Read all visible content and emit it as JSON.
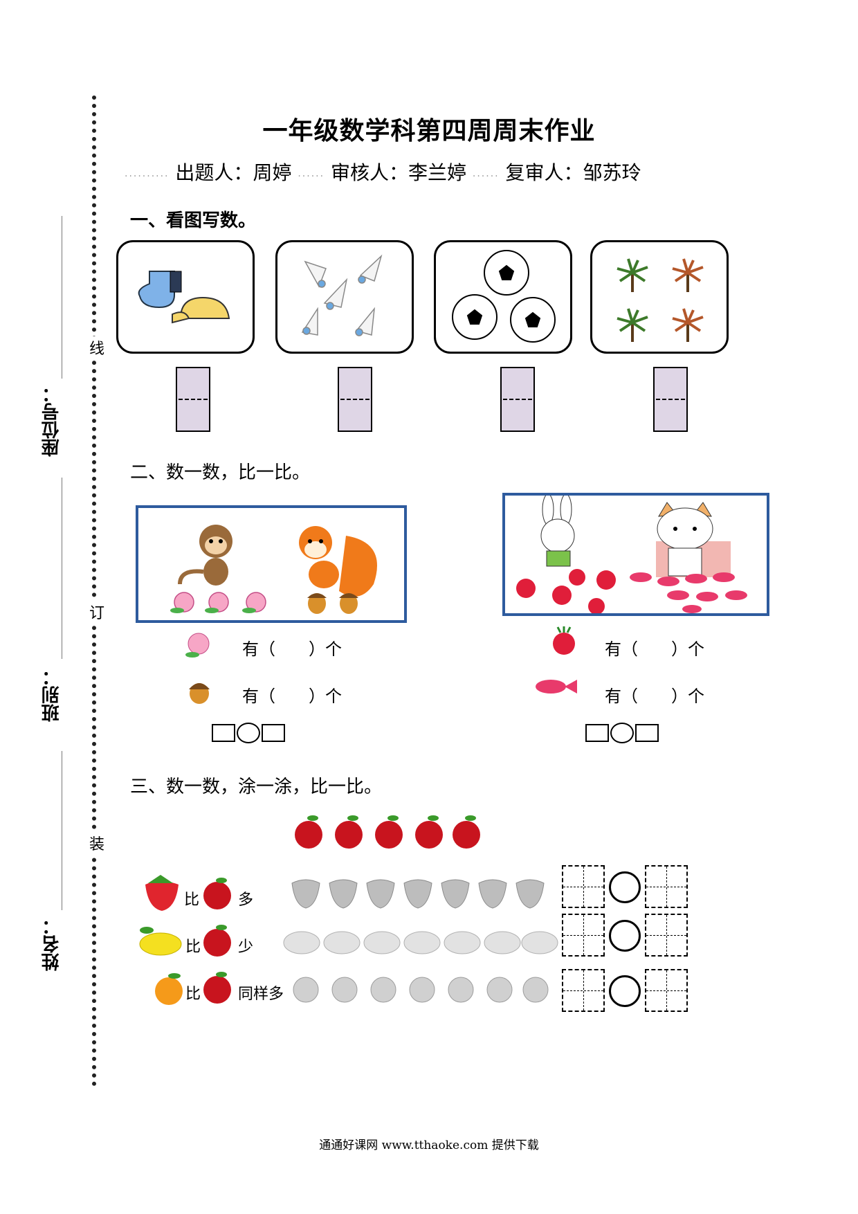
{
  "title": "一年级数学科第四周周末作业",
  "authors": {
    "setter_label": "出题人：",
    "setter": "周婷",
    "reviewer_label": "审核人：",
    "reviewer": "李兰婷",
    "rereviewer_label": "复审人：",
    "rereviewer": "邹苏玲"
  },
  "binding": {
    "line": "线",
    "order": "订",
    "bind": "装"
  },
  "side_fields": {
    "seat": "座位号：",
    "class": "班别：",
    "name": "姓名："
  },
  "section1": {
    "heading": "一、看图写数。",
    "cards": [
      {
        "item": "hat-icon",
        "count": 2
      },
      {
        "item": "shuttlecock-icon",
        "count": 5
      },
      {
        "item": "soccer-ball-icon",
        "count": 3
      },
      {
        "item": "palm-tree-icon",
        "count": 4
      }
    ]
  },
  "section2": {
    "heading": "二、数一数，比一比。",
    "left": {
      "q1": "有（　　）个",
      "q2": "有（　　）个"
    },
    "right": {
      "q1": "有（　　）个",
      "q2": "有（　　）个"
    }
  },
  "section3": {
    "heading": "三、数一数，涂一涂，比一比。",
    "apples": 5,
    "rows": [
      {
        "fruit": "strawberry-icon",
        "bi": "比",
        "word": "多",
        "grey_count": 7
      },
      {
        "fruit": "lemon-icon",
        "bi": "比",
        "word": "少",
        "grey_count": 7
      },
      {
        "fruit": "orange-icon",
        "bi": "比",
        "word": "同样多",
        "grey_count": 7
      }
    ]
  },
  "footer": "通通好课网  www.tthaoke.com  提供下载",
  "colors": {
    "frame": "#2e5b9e",
    "box_fill": "#dfd6e6",
    "apple": "#c8141e"
  }
}
